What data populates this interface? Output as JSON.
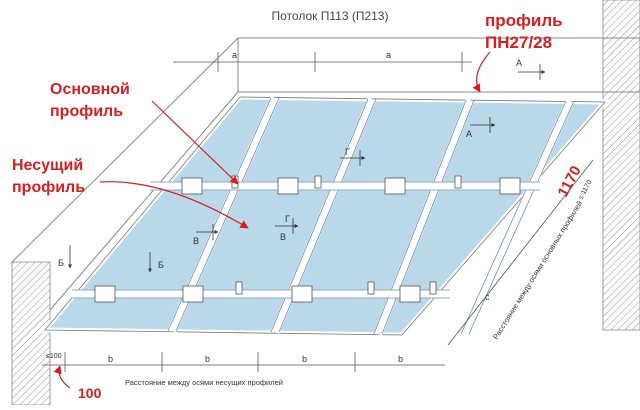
{
  "title": "Потолок П113 (П213)",
  "labels": {
    "edge_profile_line1": "профиль",
    "edge_profile_line2": "ПН27/28",
    "main_profile_line1": "Основной",
    "main_profile_line2": "профиль",
    "bearing_profile_line1": "Несущий",
    "bearing_profile_line2": "профиль",
    "span_value": "1170",
    "edge_value": "100"
  },
  "dimensions": {
    "a": "a",
    "b": "b",
    "c": "c",
    "max_c": "≤ 1170",
    "max_edge": "≤100",
    "bearing_spacing_caption": "Расстояние между осями несущих профилей",
    "main_spacing_caption": "Расстояние между осями основных профилей"
  },
  "section_marks": {
    "A": "А",
    "B": "Б",
    "V": "В",
    "G": "Г"
  },
  "colors": {
    "board": "#b9d8ea",
    "board_edge": "#8fb9d4",
    "profile": "#ffffff",
    "accent_red": "#d42020",
    "wall": "#888888"
  }
}
